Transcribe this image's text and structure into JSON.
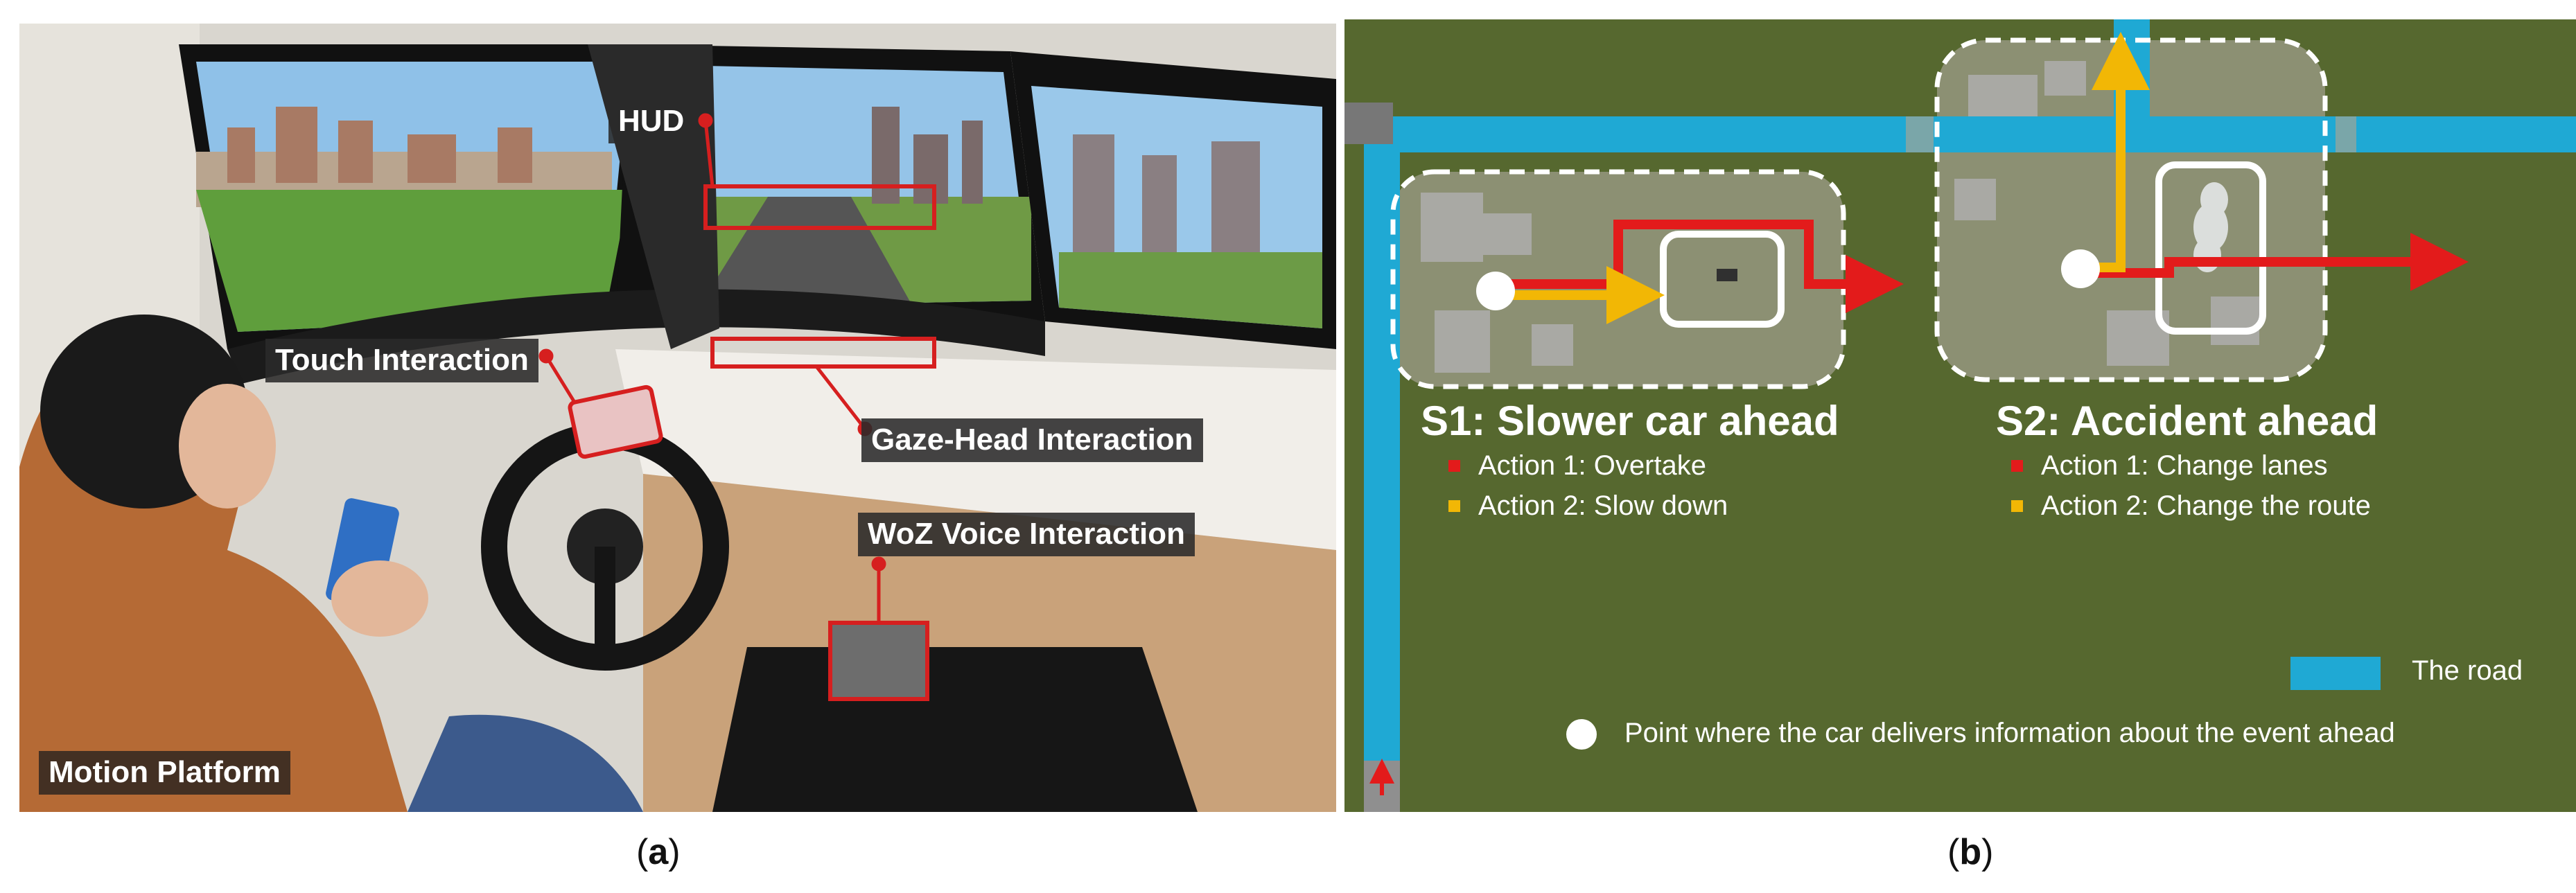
{
  "panel_a": {
    "callouts": {
      "hud": "HUD",
      "touch": "Touch Interaction",
      "gaze": "Gaze-Head Interaction",
      "woz": "WoZ Voice Interaction",
      "motion": "Motion Platform"
    },
    "caption": {
      "open": "(",
      "letter": "a",
      "close": ")"
    }
  },
  "panel_b": {
    "s1": {
      "title": "S1: Slower car ahead",
      "actions": [
        {
          "label": "Action 1: Overtake",
          "color": "#e31b1b"
        },
        {
          "label": "Action 2: Slow down",
          "color": "#f2b705"
        }
      ]
    },
    "s2": {
      "title": "S2: Accident ahead",
      "actions": [
        {
          "label": "Action 1: Change lanes",
          "color": "#e31b1b"
        },
        {
          "label": "Action 2: Change the route",
          "color": "#f2b705"
        }
      ]
    },
    "legend": {
      "road": "The road",
      "point": "Point where the car delivers information about the event ahead"
    },
    "colors": {
      "road": "#1fa9d4",
      "grass": "#56682f",
      "action1": "#e31b1b",
      "action2": "#f2b705"
    },
    "caption": {
      "open": "(",
      "letter": "b",
      "close": ")"
    }
  }
}
